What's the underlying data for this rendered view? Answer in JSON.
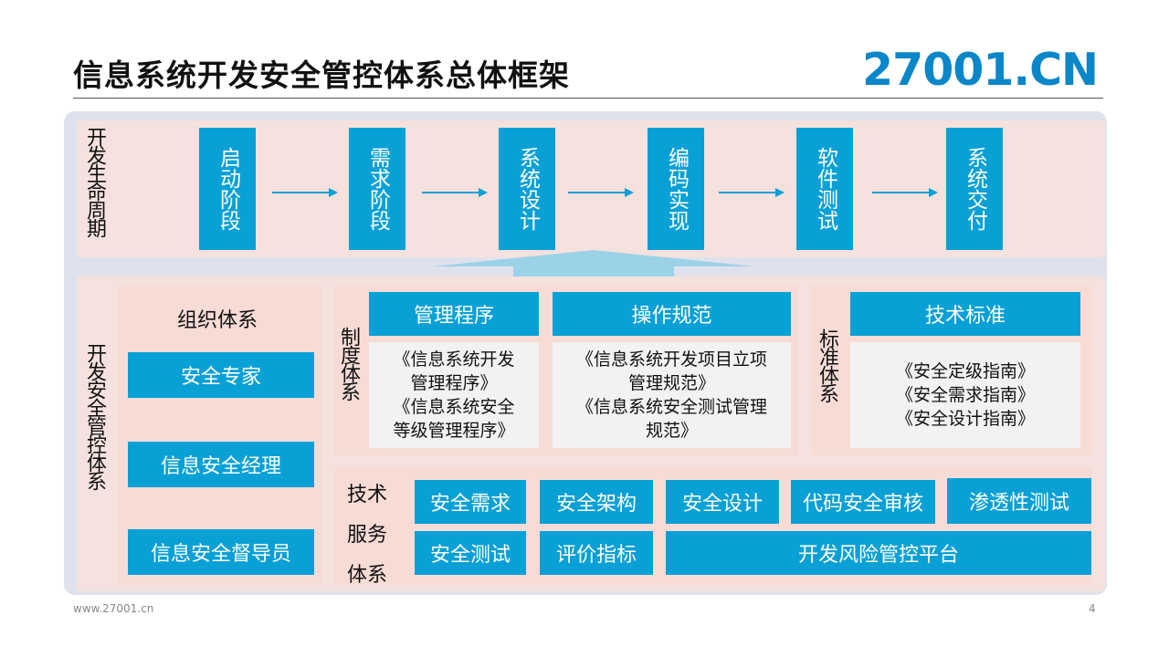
{
  "title": "信息系统开发安全管控体系总体框架",
  "logo": "27001.CN",
  "lifecycle": {
    "label": "开发生命周期",
    "stages": [
      "启动阶段",
      "需求阶段",
      "系统设计",
      "编码实现",
      "软件测试",
      "系统交付"
    ]
  },
  "framework": {
    "label": "开发安全管控体系",
    "org": {
      "title": "组织体系",
      "roles": [
        "安全专家",
        "信息安全经理",
        "信息安全督导员"
      ]
    },
    "policy": {
      "label": "制度体系",
      "col1_header": "管理程序",
      "col1_lines": [
        "《信息系统开发",
        "管理程序》",
        "《信息系统安全",
        "等级管理程序》"
      ],
      "col2_header": "操作规范",
      "col2_lines": [
        "《信息系统开发项目立项",
        "管理规范》",
        "《信息系统安全测试管理",
        "规范》"
      ]
    },
    "standards": {
      "label": "标准体系",
      "header": "技术标准",
      "lines": [
        "《安全定级指南》",
        "《安全需求指南》",
        "《安全设计指南》"
      ]
    },
    "tech": {
      "label_lines": [
        "技术",
        "服务",
        "体系"
      ],
      "items": [
        "安全需求",
        "安全架构",
        "安全设计",
        "代码安全审核",
        "渗透性测试",
        "安全测试",
        "评价指标",
        "开发风险管控平台"
      ]
    }
  },
  "footer": {
    "url": "www.27001.cn",
    "page": "4"
  },
  "colors": {
    "accent_blue": "#09a0d6",
    "panel_pink": "#f5e1dd",
    "outer_grey": "#dfe2ec",
    "logo_blue": "#0b86c9"
  }
}
